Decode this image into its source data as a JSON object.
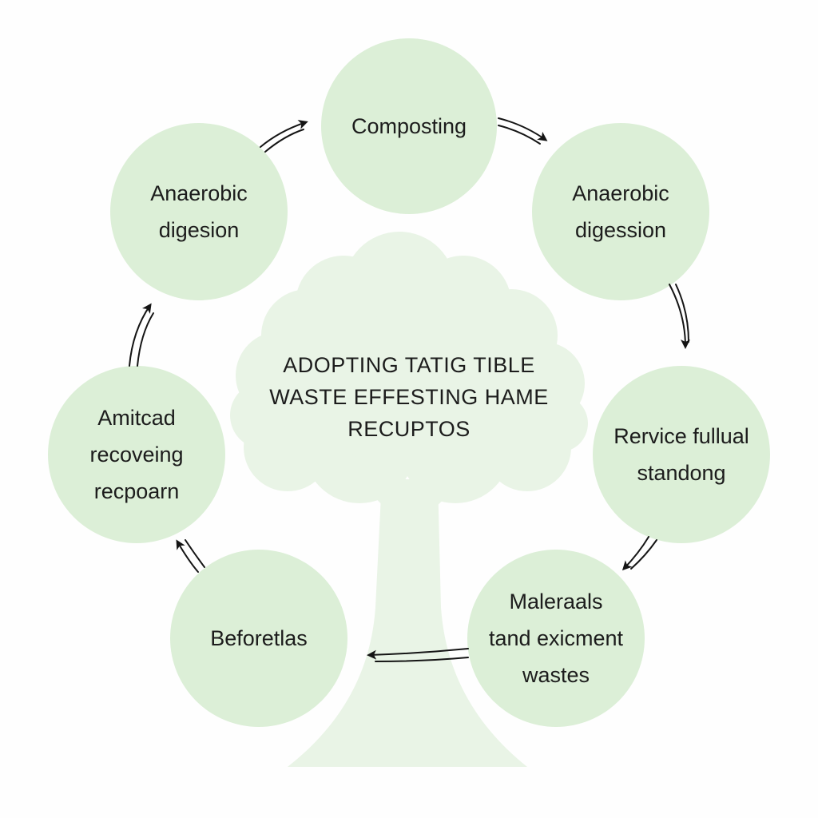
{
  "colors": {
    "node_fill": "#dcefd7",
    "tree_fill": "#e9f4e6",
    "arrow": "#141414",
    "text": "#1c1c1c"
  },
  "diagram": {
    "center_title": "ADOPTING TATIG TIBLE\nWASTE  EFFESTING  HAME\nRECUPTOS",
    "nodes": [
      {
        "id": "composting",
        "label": "Composting"
      },
      {
        "id": "anaerobic-right",
        "label": "Anaerobic\ndigession"
      },
      {
        "id": "revice",
        "label": "Rervice fullual\nstandong"
      },
      {
        "id": "maleraals",
        "label": "Maleraals\ntand exicment\nwastes"
      },
      {
        "id": "beforetlas",
        "label": "Beforetlas"
      },
      {
        "id": "amitcad",
        "label": "Amitcad\nrecoveing\nrecpoarn"
      },
      {
        "id": "anaerobic-left",
        "label": "Anaerobic\ndigesion"
      }
    ],
    "arrows": [
      {
        "from": "composting",
        "to": "anaerobic-right"
      },
      {
        "from": "anaerobic-right",
        "to": "revice"
      },
      {
        "from": "revice",
        "to": "maleraals"
      },
      {
        "from": "maleraals",
        "to": "beforetlas"
      },
      {
        "from": "beforetlas",
        "to": "amitcad"
      },
      {
        "from": "amitcad",
        "to": "anaerobic-left"
      },
      {
        "from": "anaerobic-left",
        "to": "composting"
      }
    ]
  }
}
